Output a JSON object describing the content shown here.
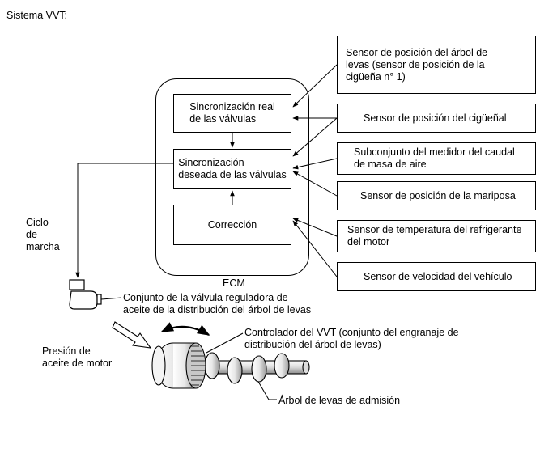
{
  "title": "Sistema VVT:",
  "ecm": {
    "label": "ECM",
    "blocks": {
      "actual_timing": "Sincronización real\nde las válvulas",
      "target_timing": "Sincronización\ndeseada de las válvulas",
      "correction": "Corrección"
    }
  },
  "sensors": [
    "Sensor de posición del árbol de\nlevas (sensor de posición de la\ncigüeña n° 1)",
    "Sensor de posición del cigüeñal",
    "Subconjunto del medidor del caudal\nde masa de aire",
    "Sensor de posición de la mariposa",
    "Sensor de temperatura del refrigerante\ndel motor",
    "Sensor de velocidad del vehículo"
  ],
  "labels": {
    "duty_cycle": "Ciclo\nde\nmarcha",
    "ocv": "Conjunto de la válvula reguladora de\naceite de la distribución del árbol de levas",
    "oil_pressure": "Presión de\naceite de motor",
    "vvt_controller": "Controlador del VVT (conjunto del engranaje de\ndistribución del árbol de levas)",
    "intake_camshaft": "Árbol de levas de admisión"
  }
}
